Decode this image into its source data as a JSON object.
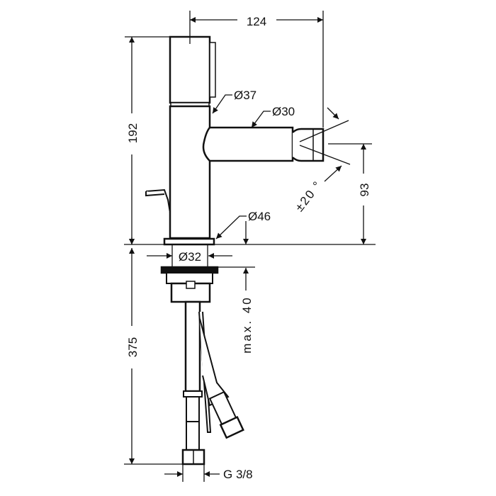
{
  "drawing": {
    "colors": {
      "line": "#111111",
      "background": "#ffffff"
    },
    "dimensions": {
      "width_top": "124",
      "height_total": "192",
      "height_spout": "93",
      "below_deck": "375",
      "max_deck": "max. 40",
      "angle": "±20 °",
      "dia_body_upper": "Ø37",
      "dia_spout": "Ø30",
      "dia_base": "Ø46",
      "dia_shank": "Ø32",
      "thread": "G 3/8"
    }
  }
}
